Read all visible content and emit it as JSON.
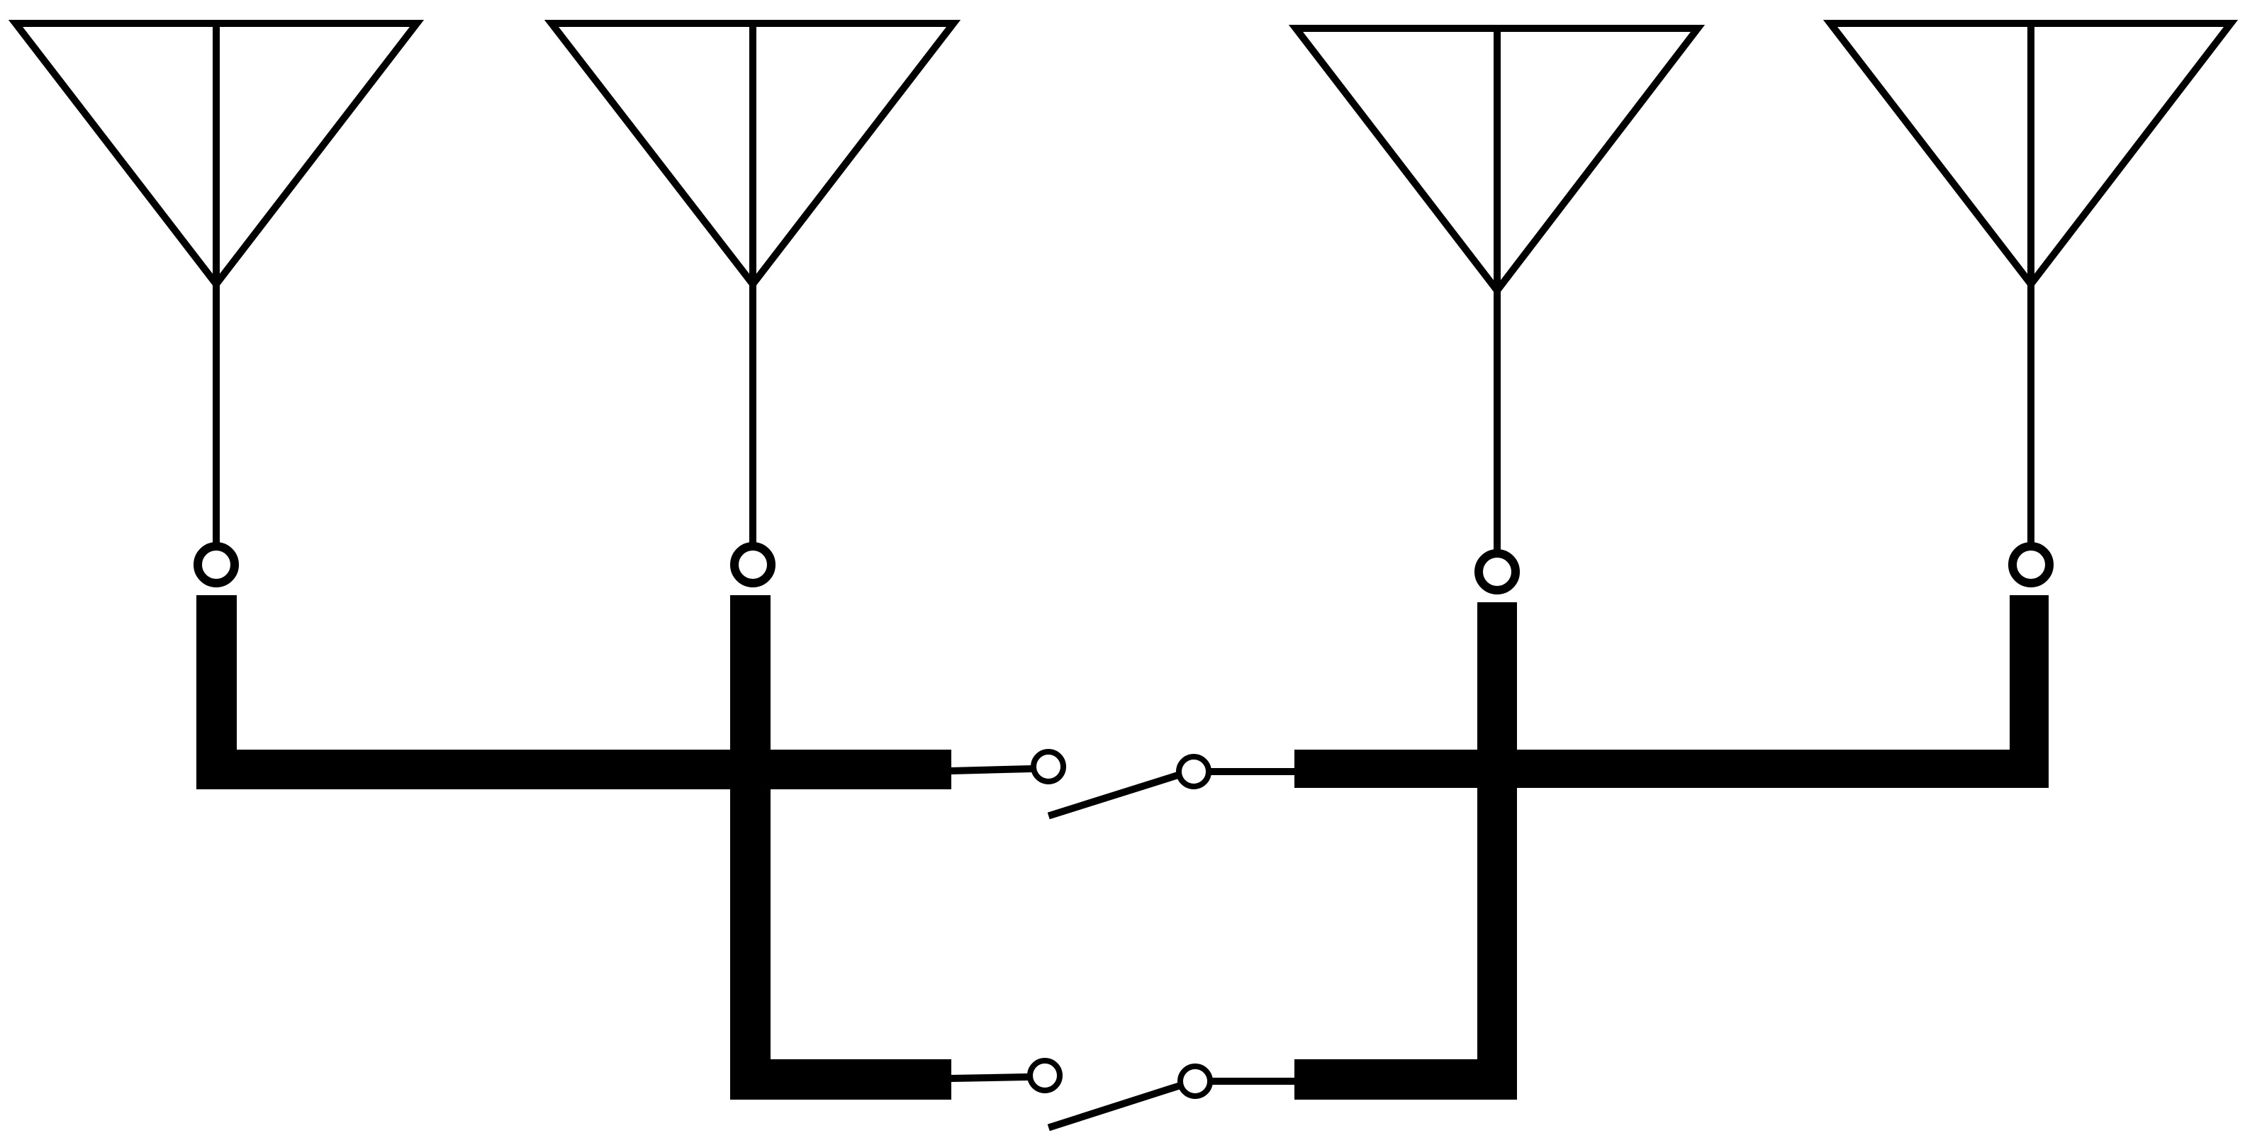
{
  "diagram": {
    "kind": "antenna-switching-network",
    "antennas": [
      {
        "id": "antenna-1"
      },
      {
        "id": "antenna-2"
      },
      {
        "id": "antenna-3"
      },
      {
        "id": "antenna-4"
      }
    ],
    "switches": [
      {
        "id": "switch-upper",
        "state": "open"
      },
      {
        "id": "switch-lower",
        "state": "open"
      }
    ],
    "colors": {
      "line": "#000000",
      "background": "#ffffff"
    }
  }
}
